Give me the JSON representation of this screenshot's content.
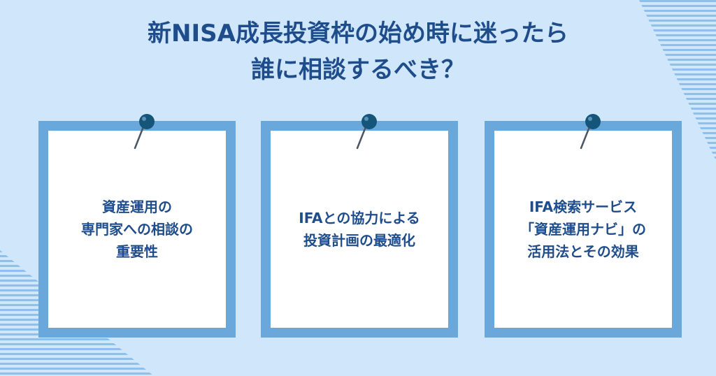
{
  "title": {
    "line1": "新NISA成長投資枠の始め時に迷ったら",
    "line2": "誰に相談するべき？"
  },
  "cards": [
    {
      "lines": [
        "資産運用の",
        "専門家への相談の",
        "重要性"
      ]
    },
    {
      "lines": [
        "IFAとの協力による",
        "投資計画の最適化"
      ]
    },
    {
      "lines": [
        "IFA検索サービス",
        "「資産運用ナビ」の",
        "活用法とその効果"
      ]
    }
  ],
  "colors": {
    "background": "#cfe6fb",
    "stripe": "#8fc0ec",
    "card_border": "#6aa8dc",
    "card_fill": "#ffffff",
    "text": "#1f4d8c",
    "pin_head": "#16557a"
  },
  "icons": {
    "pin": "pushpin-icon"
  }
}
